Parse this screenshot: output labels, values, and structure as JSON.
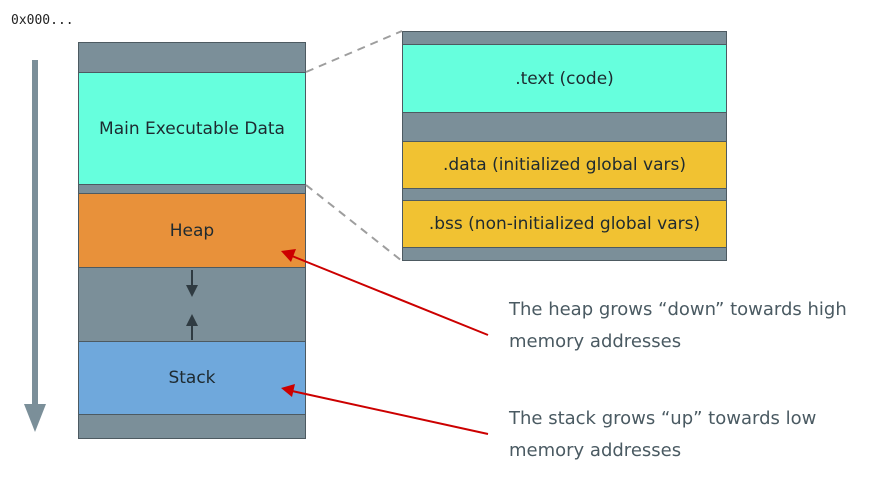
{
  "address_label": "0x000...",
  "memory": {
    "main_executable_label": "Main Executable Data",
    "heap_label": "Heap",
    "stack_label": "Stack"
  },
  "sections": {
    "text_label": ".text (code)",
    "data_label": ".data (initialized global vars)",
    "bss_label": ".bss (non-initialized global vars)"
  },
  "annotations": {
    "heap_note_line1": "The heap grows “down” towards high",
    "heap_note_line2": "memory addresses",
    "stack_note_line1": "The stack grows “up” towards low",
    "stack_note_line2": "memory addresses"
  },
  "colors": {
    "gray": "#7b8f99",
    "main_executable": "#66ffdd",
    "heap": "#e8913a",
    "stack": "#6fa8dc",
    "section_data": "#f1c232",
    "annotation_arrow": "#cc0000"
  }
}
